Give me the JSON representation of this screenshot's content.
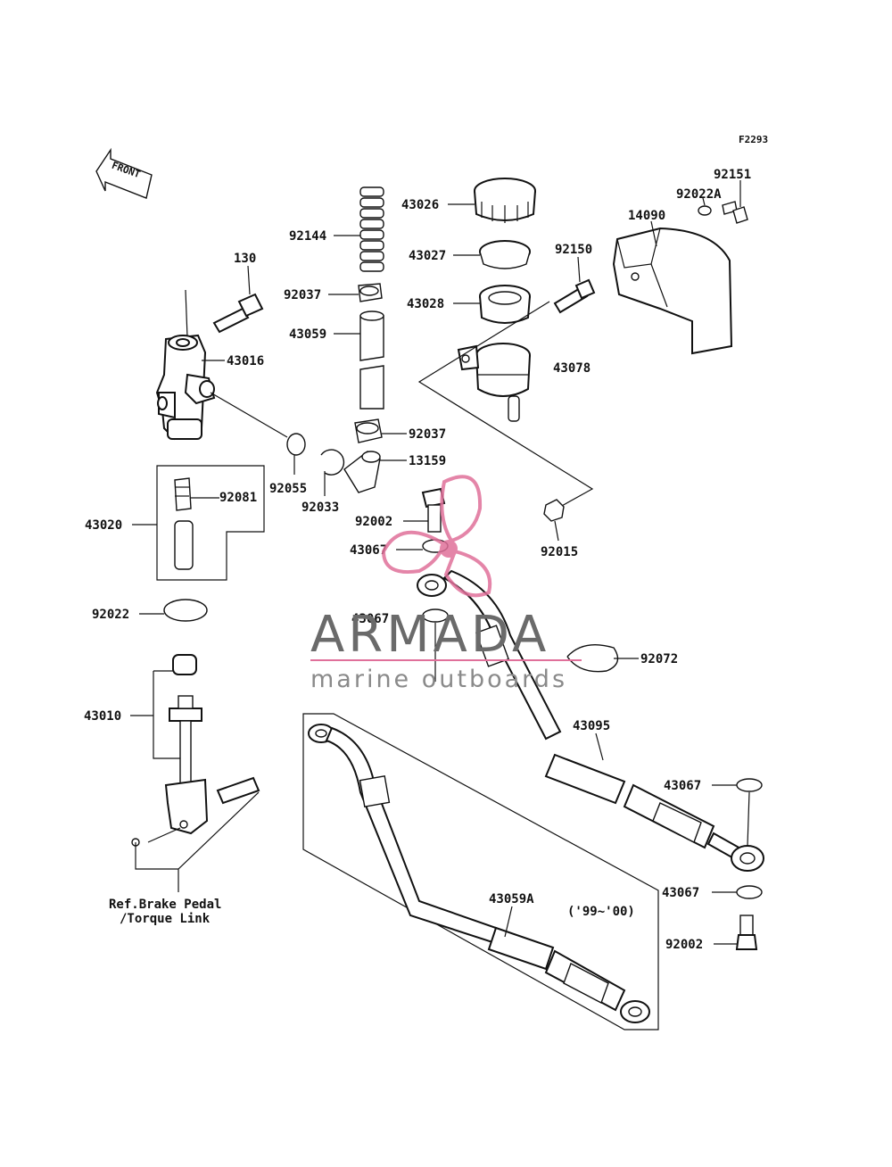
{
  "diagram": {
    "figure_code": "F2293",
    "direction_label": "FRONT",
    "labels": {
      "l130": "130",
      "l43016": "43016",
      "l43020": "43020",
      "l92081": "92081",
      "l92055": "92055",
      "l92033": "92033",
      "l92022": "92022",
      "l43010": "43010",
      "l92144": "92144",
      "l92037a": "92037",
      "l43059": "43059",
      "l92037b": "92037",
      "l13159": "13159",
      "l43026": "43026",
      "l43027": "43027",
      "l43028": "43028",
      "l92150": "92150",
      "l43078": "43078",
      "l14090": "14090",
      "l92022A": "92022A",
      "l92151": "92151",
      "l92002a": "92002",
      "l43067a": "43067",
      "l92015": "92015",
      "l43067b": "43067",
      "l92072": "92072",
      "l43095": "43095",
      "l43067c": "43067",
      "l43067d": "43067",
      "l92002b": "92002",
      "l43059A": "43059A",
      "year_note": "('99~'00)",
      "ref_line1": "Ref.Brake Pedal",
      "ref_line2": "/Torque Link"
    }
  },
  "watermark": {
    "brand": "ARMADA",
    "tagline": "marine outboards",
    "accent_color": "#e0709a",
    "text_color": "#6a6a6a"
  }
}
